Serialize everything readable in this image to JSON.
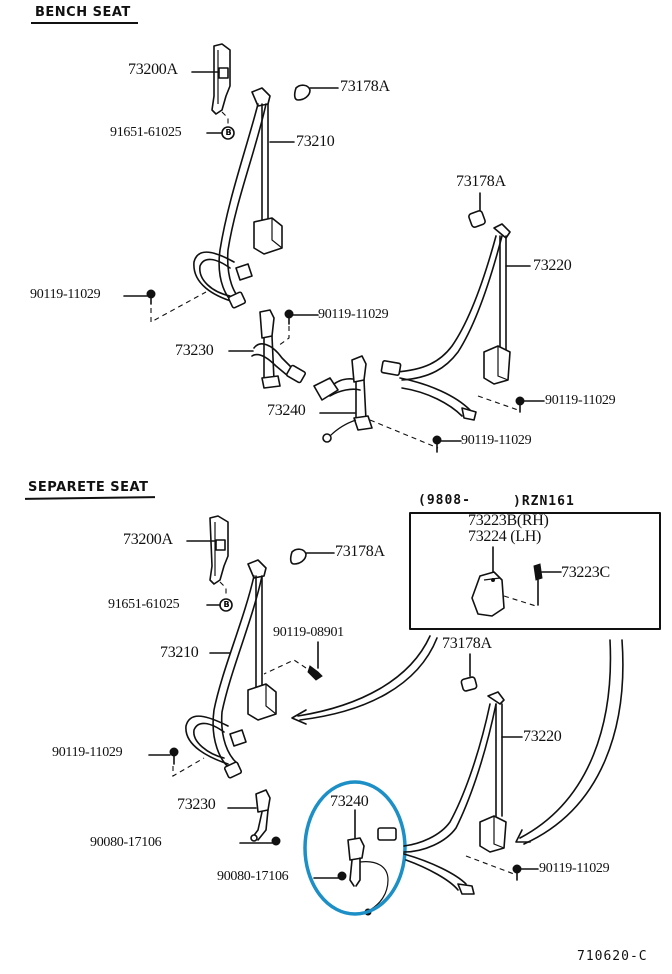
{
  "diagram": {
    "footer_code": "710620-C",
    "highlight_color": "#1b8fc6",
    "bench_seat": {
      "title": "BENCH SEAT",
      "labels": {
        "anchor_cover_upper": "73200A",
        "bolt_cap": "91651-61025",
        "cap_symbol": "B",
        "cover_front": "73178A",
        "front_belt": "73210",
        "cover_rear": "73178A",
        "rear_belt": "73220",
        "bolt_left": "90119-11029",
        "bolt_center": "90119-11029",
        "inner_belt": "73230",
        "center_belt": "73240",
        "bolt_right": "90119-11029",
        "bolt_bottom": "90119-11029"
      }
    },
    "separate_seat": {
      "title": "SEPARETE SEAT",
      "labels": {
        "anchor_cover_upper": "73200A",
        "bolt_cap": "91651-61025",
        "cap_symbol": "B",
        "cover_front": "73178A",
        "front_belt": "73210",
        "bolt_upper": "90119-08901",
        "bolt_left": "90119-11029",
        "inner_belt": "73230",
        "bolt_inner_1": "90080-17106",
        "bolt_inner_2": "90080-17106",
        "center_belt_highlighted": "73240",
        "cover_rear": "73178A",
        "rear_belt": "73220",
        "bolt_right": "90119-11029"
      },
      "inset": {
        "header_left": "(9808-",
        "header_right": ")RZN161",
        "part_rh": "73223B(RH)",
        "part_lh": "73224 (LH)",
        "bolt": "73223C"
      }
    }
  }
}
